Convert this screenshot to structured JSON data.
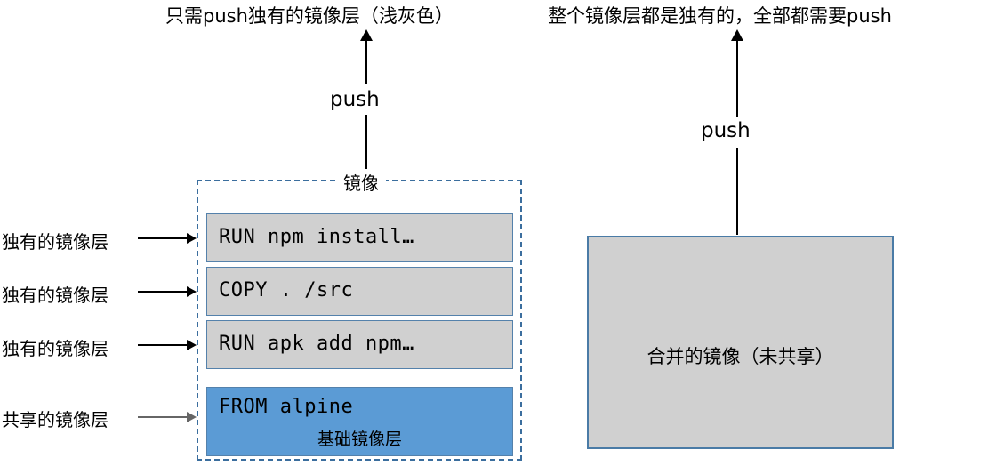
{
  "headings": {
    "left": "只需push独有的镜像层（浅灰色）",
    "right": "整个镜像层都是独有的，全部都需要push"
  },
  "push_arrows": {
    "left_label": "push",
    "right_label": "push"
  },
  "image_container": {
    "label": "镜像",
    "border_color": "#3b6e9e",
    "border_style": "dashed"
  },
  "layers": [
    {
      "command": "RUN npm install…",
      "kind": "unique",
      "fill": "#d0d0d0",
      "side_label": "独有的镜像层",
      "arrow_color": "#000000",
      "sub_label": ""
    },
    {
      "command": "COPY . /src",
      "kind": "unique",
      "fill": "#d0d0d0",
      "side_label": "独有的镜像层",
      "arrow_color": "#000000",
      "sub_label": ""
    },
    {
      "command": "RUN apk add npm…",
      "kind": "unique",
      "fill": "#d0d0d0",
      "side_label": "独有的镜像层",
      "arrow_color": "#000000",
      "sub_label": ""
    },
    {
      "command": "FROM alpine",
      "kind": "base",
      "fill": "#5b9bd5",
      "side_label": "共享的镜像层",
      "arrow_color": "#666666",
      "sub_label": "基础镜像层"
    }
  ],
  "merged_box": {
    "label": "合并的镜像（未共享）",
    "fill": "#d0d0d0",
    "border_color": "#4a7ba6"
  }
}
